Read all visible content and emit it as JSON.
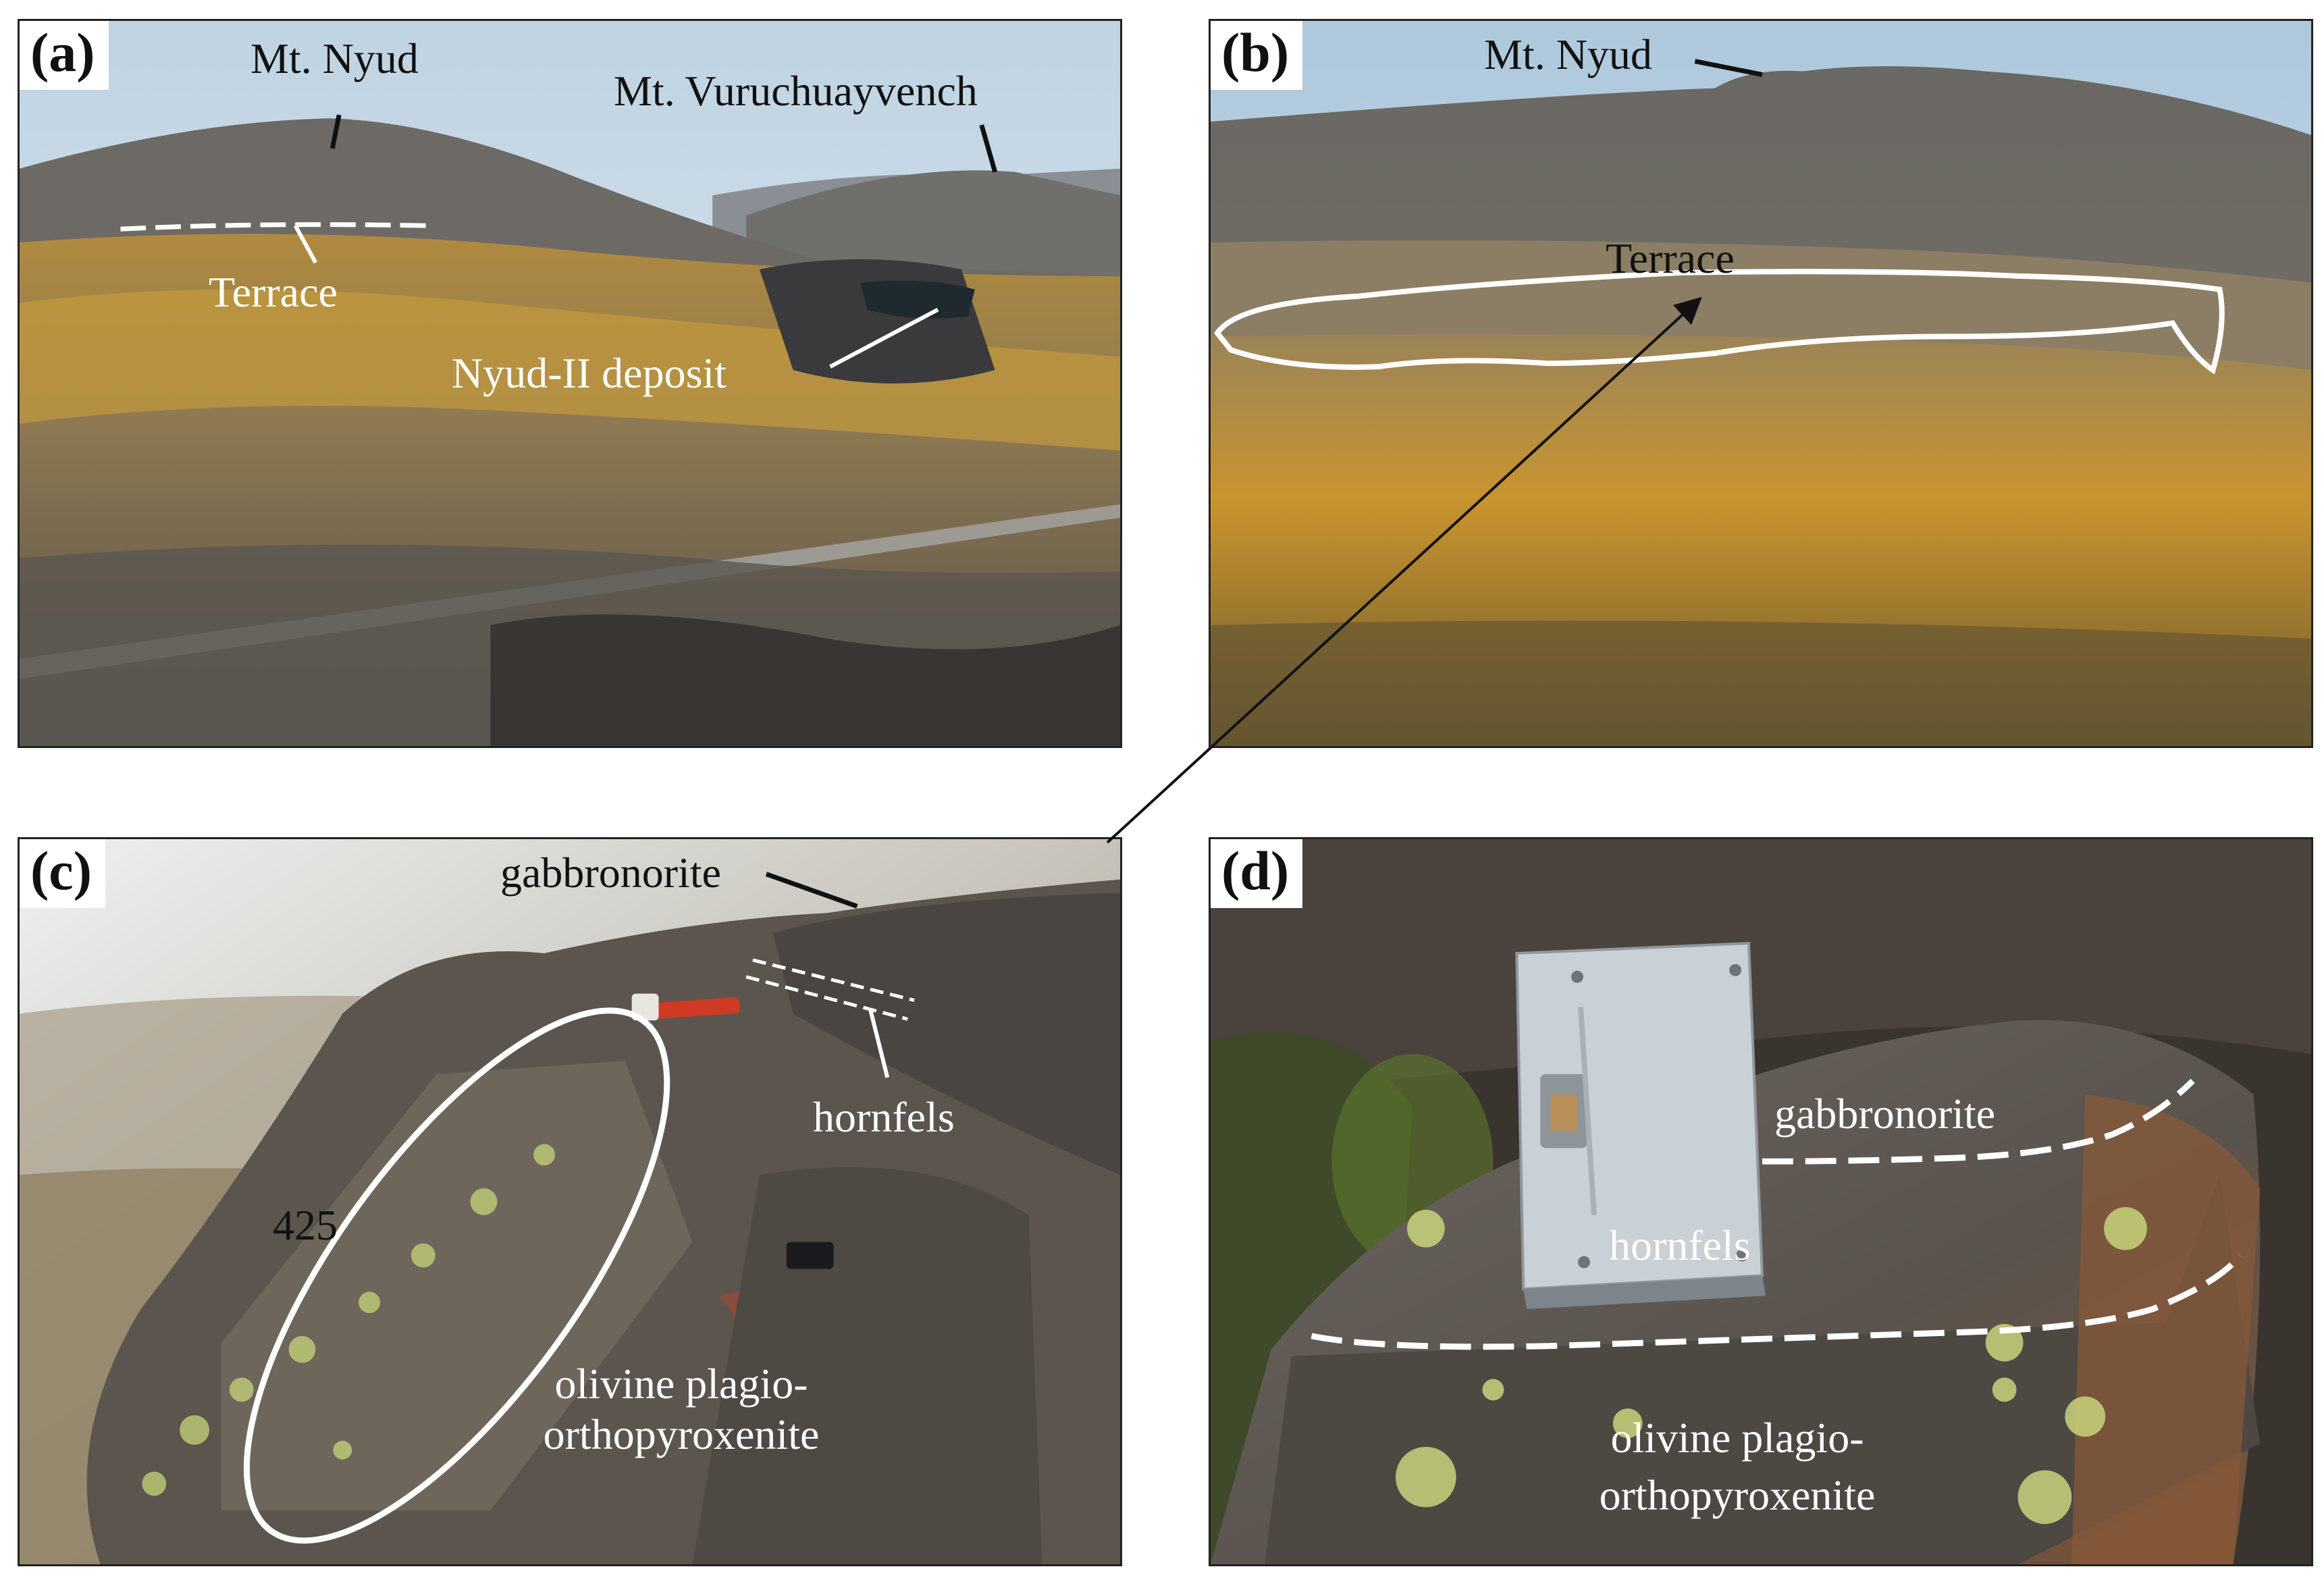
{
  "panels": {
    "a": {
      "tag": "(a)",
      "labels": {
        "mt_nyud": "Mt. Nyud",
        "mt_vuruchuayvench": "Mt. Vuruchuayvench",
        "terrace": "Terrace",
        "deposit": "Nyud-II deposit"
      }
    },
    "b": {
      "tag": "(b)",
      "labels": {
        "mt_nyud": "Mt. Nyud",
        "terrace": "Terrace"
      }
    },
    "c": {
      "tag": "(c)",
      "labels": {
        "gabbronorite": "gabbronorite",
        "hornfels": "hornfels",
        "sample": "425",
        "rock_line1": "olivine plagio-",
        "rock_line2": "orthopyroxenite"
      }
    },
    "d": {
      "tag": "(d)",
      "labels": {
        "gabbronorite": "gabbronorite",
        "hornfels": "hornfels",
        "rock_line1": "olivine plagio-",
        "rock_line2": "orthopyroxenite"
      }
    }
  },
  "colors": {
    "sky": "#c9d9e6",
    "mountain": "#6e6c68",
    "autumn_larch": "#c9942f",
    "rock": "#5e5650",
    "lichen": "#c8d47a",
    "annotation_white": "#ffffff",
    "annotation_black": "#111111"
  }
}
